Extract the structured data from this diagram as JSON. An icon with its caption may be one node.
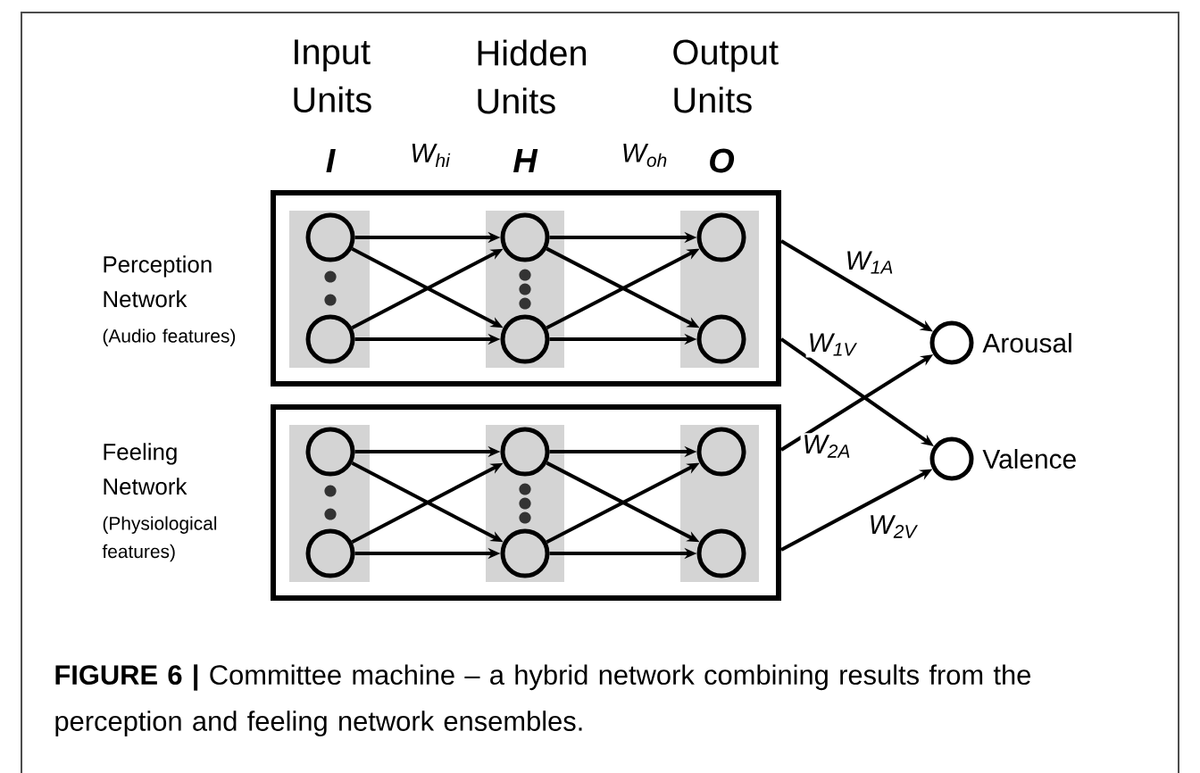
{
  "diagram": {
    "caption": "**FIGURE 6 |** Committee machine – a hybrid network combining results from the perception and feeling network ensembles.",
    "nodes": [
      {
        "text": [],
        "shape": "box",
        "beside": [
          "Perception Network",
          "(Audio features)"
        ]
      },
      {
        "text": [],
        "shape": "circle",
        "in": 0
      },
      {
        "text": [],
        "shape": "circle",
        "in": 0
      },
      {
        "text": [],
        "shape": "circle",
        "in": 0
      },
      {
        "text": [],
        "shape": "circle",
        "in": 0
      },
      {
        "text": [],
        "shape": "circle",
        "in": 0
      },
      {
        "text": [],
        "shape": "circle",
        "in": 0
      },
      {
        "text": [],
        "shape": "box",
        "beside": [
          "Feeling Network",
          "(Physiological features)"
        ]
      },
      {
        "text": [],
        "shape": "circle",
        "in": 7
      },
      {
        "text": [],
        "shape": "circle",
        "in": 7
      },
      {
        "text": [],
        "shape": "circle",
        "in": 7
      },
      {
        "text": [],
        "shape": "circle",
        "in": 7
      },
      {
        "text": [],
        "shape": "circle",
        "in": 7
      },
      {
        "text": [],
        "shape": "circle",
        "in": 7
      },
      {
        "text": [],
        "shape": "circle",
        "beside": [
          "Arousal"
        ]
      },
      {
        "text": [],
        "shape": "circle",
        "beside": [
          "Valence"
        ]
      }
    ],
    "edges": [
      {
        "from": 1,
        "to": 3,
        "arrow": "to"
      },
      {
        "from": 1,
        "to": 4,
        "arrow": "to"
      },
      {
        "from": 2,
        "to": 3,
        "arrow": "to"
      },
      {
        "from": 2,
        "to": 4,
        "arrow": "to"
      },
      {
        "from": 3,
        "to": 5,
        "arrow": "to"
      },
      {
        "from": 3,
        "to": 6,
        "arrow": "to"
      },
      {
        "from": 4,
        "to": 5,
        "arrow": "to"
      },
      {
        "from": 4,
        "to": 6,
        "arrow": "to"
      },
      {
        "from": 8,
        "to": 10,
        "arrow": "to"
      },
      {
        "from": 8,
        "to": 11,
        "arrow": "to"
      },
      {
        "from": 9,
        "to": 10,
        "arrow": "to"
      },
      {
        "from": 9,
        "to": 11,
        "arrow": "to"
      },
      {
        "from": 10,
        "to": 12,
        "arrow": "to"
      },
      {
        "from": 10,
        "to": 13,
        "arrow": "to"
      },
      {
        "from": 11,
        "to": 12,
        "arrow": "to"
      },
      {
        "from": 11,
        "to": 13,
        "arrow": "to"
      },
      {
        "from": 0,
        "to": 14,
        "arrow": "to",
        "label": "W$_{1A}$"
      },
      {
        "from": 0,
        "to": 15,
        "arrow": "to",
        "label": "W$_{1V}$"
      },
      {
        "from": 7,
        "to": 14,
        "arrow": "to",
        "label": "W$_{2A}$"
      },
      {
        "from": 7,
        "to": 15,
        "arrow": "to",
        "label": "W$_{2V}$"
      }
    ],
    "labels": [
      "Input Units",
      "Hidden Units",
      "Output Units",
      "I",
      "W$_{hi}$",
      "H",
      "W$_{oh}$",
      "O"
    ]
  }
}
